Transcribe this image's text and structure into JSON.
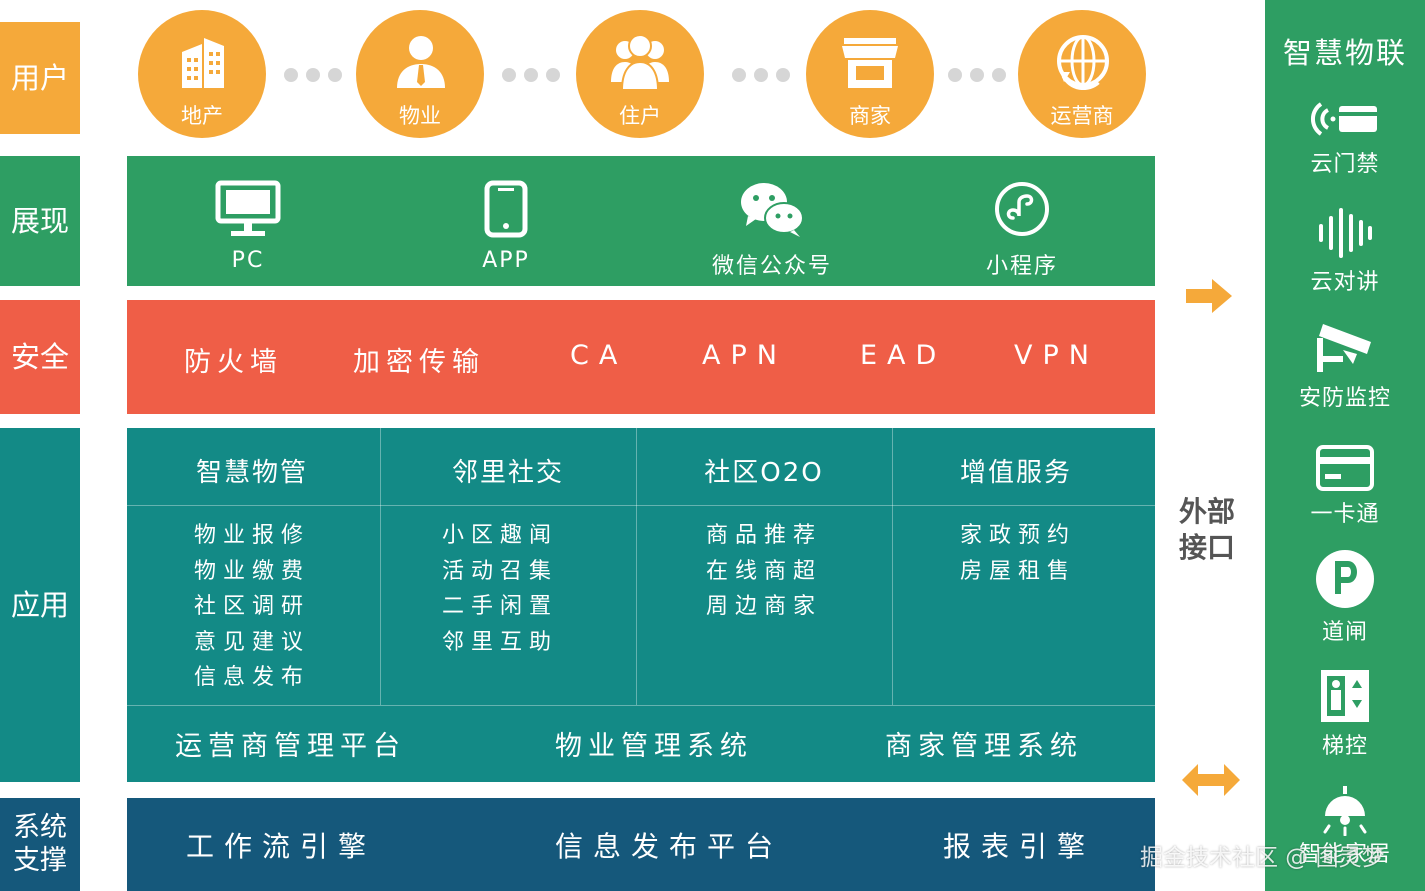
{
  "layers": {
    "user": "用户",
    "display": "展现",
    "security": "安全",
    "application": "应用",
    "system": "系统\n支撑"
  },
  "users": [
    "地产",
    "物业",
    "住户",
    "商家",
    "运营商"
  ],
  "platforms": [
    "PC",
    "APP",
    "微信公众号",
    "小程序"
  ],
  "security_items": [
    "防火墙",
    "加密传输",
    "CA",
    "APN",
    "EAD",
    "VPN"
  ],
  "applications": [
    {
      "title": "智慧物管",
      "items": [
        "物业报修",
        "物业缴费",
        "社区调研",
        "意见建议",
        "信息发布"
      ]
    },
    {
      "title": "邻里社交",
      "items": [
        "小区趣闻",
        "活动召集",
        "二手闲置",
        "邻里互助"
      ]
    },
    {
      "title": "社区O2O",
      "items": [
        "商品推荐",
        "在线商超",
        "周边商家"
      ]
    },
    {
      "title": "增值服务",
      "items": [
        "家政预约",
        "房屋租售"
      ]
    }
  ],
  "management": [
    "运营商管理平台",
    "物业管理系统",
    "商家管理系统"
  ],
  "support": [
    "工作流引擎",
    "信息发布平台",
    "报表引擎"
  ],
  "external": "外部\n接口",
  "iot": {
    "title": "智慧物联",
    "items": [
      "云门禁",
      "云对讲",
      "安防监控",
      "一卡通",
      "道闸",
      "梯控",
      "智能家居"
    ]
  },
  "watermark": "掘金技术社区 @ 图灵梦",
  "colors": {
    "orange": "#f5a93a",
    "green": "#2e9e63",
    "red": "#ef5e47",
    "teal": "#138a86",
    "blue": "#15587b",
    "iot_green": "#2e9e63"
  }
}
